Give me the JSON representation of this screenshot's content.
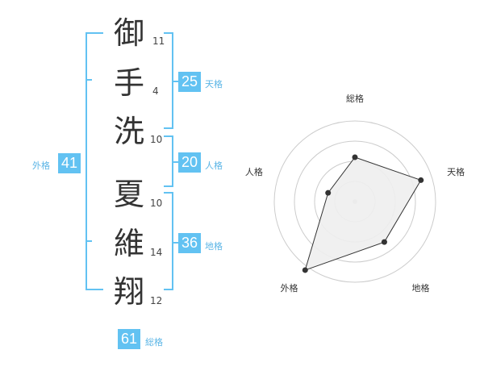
{
  "name": {
    "chars": [
      {
        "char": "御",
        "strokes": "11"
      },
      {
        "char": "手",
        "strokes": "4"
      },
      {
        "char": "洗",
        "strokes": "10"
      },
      {
        "char": "夏",
        "strokes": "10"
      },
      {
        "char": "維",
        "strokes": "14"
      },
      {
        "char": "翔",
        "strokes": "12"
      }
    ]
  },
  "fortunes": {
    "tenkaku": {
      "value": "25",
      "label": "天格"
    },
    "jinkaku": {
      "value": "20",
      "label": "人格"
    },
    "chikaku": {
      "value": "36",
      "label": "地格"
    },
    "gaikaku": {
      "value": "41",
      "label": "外格"
    },
    "soukaku": {
      "value": "61",
      "label": "総格"
    }
  },
  "colors": {
    "accent": "#62c2f2",
    "label": "#5bb5e6",
    "text": "#333333",
    "radar_fill": "#eeeeee",
    "radar_grid": "#cccccc"
  },
  "chart_data": {
    "type": "radar",
    "axes": [
      "総格",
      "天格",
      "地格",
      "外格",
      "人格"
    ],
    "values": [
      0.55,
      0.86,
      0.62,
      1.05,
      0.35
    ],
    "rings": 4,
    "range": [
      0,
      1
    ]
  }
}
